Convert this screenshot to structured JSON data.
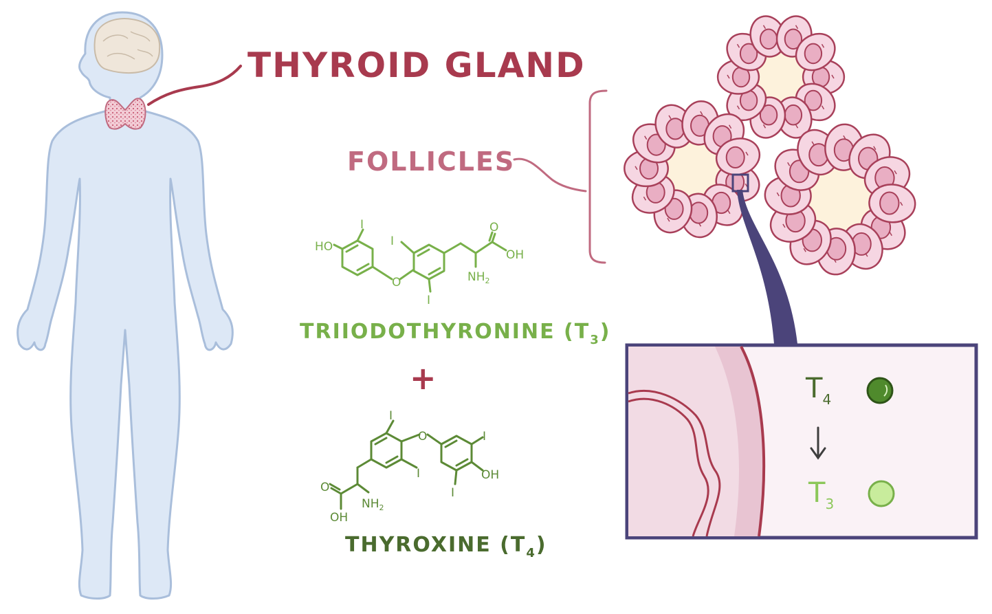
{
  "labels": {
    "gland": "THYROID GLAND",
    "follicles": "FOLLICLES",
    "plus": "+"
  },
  "t3_molecule": {
    "name": "TRIIODOTHYRONINE (T",
    "name_sub": "3",
    "name_close": ")",
    "atoms": {
      "ho": "HO",
      "i_top_left": "I",
      "i_top_right": "I",
      "i_bottom": "I",
      "o_bridge": "O",
      "o_carbonyl": "O",
      "oh": "OH",
      "nh2": "NH",
      "nh2_sub": "2"
    }
  },
  "t4_molecule": {
    "name": "THYROXINE (T",
    "name_sub": "4",
    "name_close": ")",
    "atoms": {
      "i_top_left": "I",
      "i_bottom_left": "I",
      "i_top_right": "I",
      "i_bottom_right": "I",
      "o_bridge": "O",
      "o_carbonyl": "O",
      "oh_acid": "OH",
      "oh_ring": "OH",
      "nh2": "NH",
      "nh2_sub": "2"
    }
  },
  "inset": {
    "t4_label": "T",
    "t4_sub": "4",
    "t3_label": "T",
    "t3_sub": "3"
  },
  "colors": {
    "gland_label": "#a83a4e",
    "follicles_label": "#c06a80",
    "molecule_green": "#78b04a",
    "t4_text": "#4a6b2e",
    "body_fill": "#dde8f6",
    "body_stroke": "#a9bedb",
    "cell_fill": "#f6d6e2",
    "cell_stroke": "#a8405a",
    "colloid": "#fdf2dc",
    "inset_frame": "#4b447a",
    "t4_dot": "#4f8a2c",
    "t3_dot": "#c8ec9c"
  }
}
